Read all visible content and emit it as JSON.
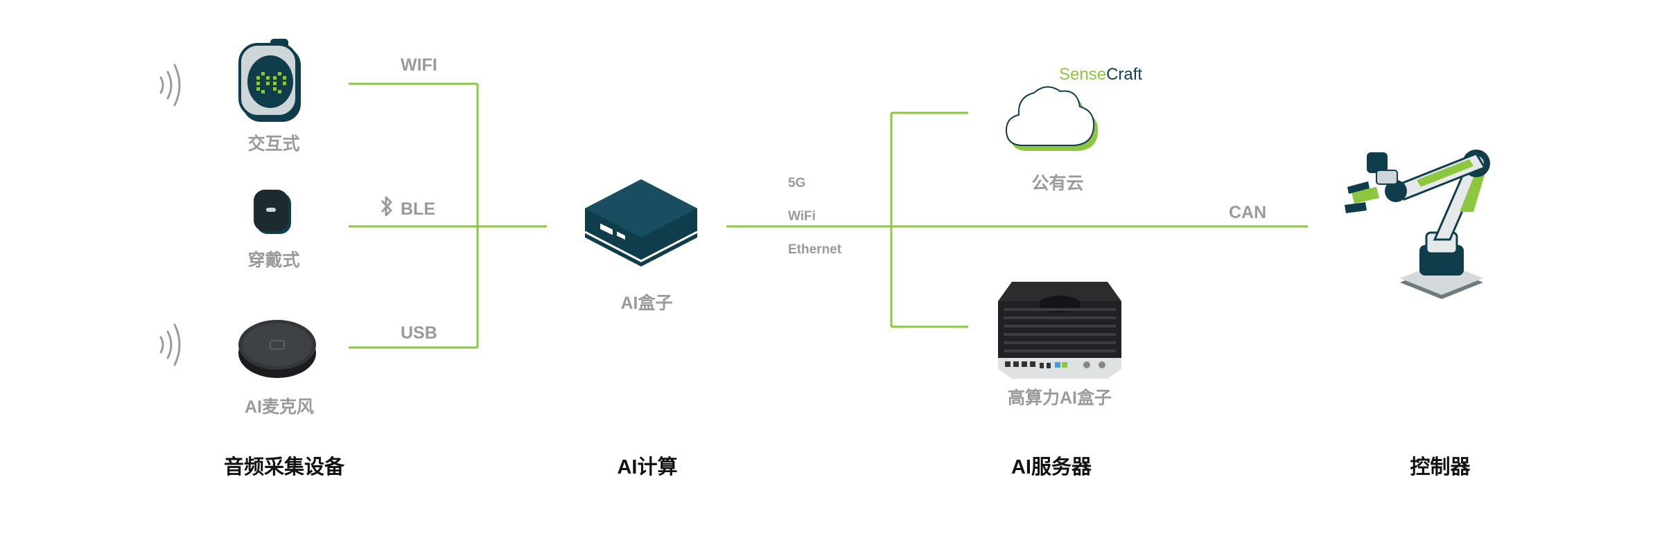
{
  "devices": {
    "interactive": "交互式",
    "wearable": "穿戴式",
    "mic": "AI麦克风"
  },
  "links": {
    "wifi": "WIFI",
    "ble": "BLE",
    "usb": "USB"
  },
  "ai_box": "AI盒子",
  "network": {
    "g5": "5G",
    "wifi": "WiFi",
    "ethernet": "Ethernet"
  },
  "cloud": {
    "brand_sense": "Sense",
    "brand_craft": "Craft",
    "label": "公有云"
  },
  "high_box": "高算力AI盒子",
  "can": "CAN",
  "categories": {
    "audio": "音频采集设备",
    "compute": "AI计算",
    "server": "AI服务器",
    "controller": "控制器"
  },
  "colors": {
    "line": "#8dc63f",
    "dark": "#0f3d4c",
    "label": "#9a9a9a"
  }
}
